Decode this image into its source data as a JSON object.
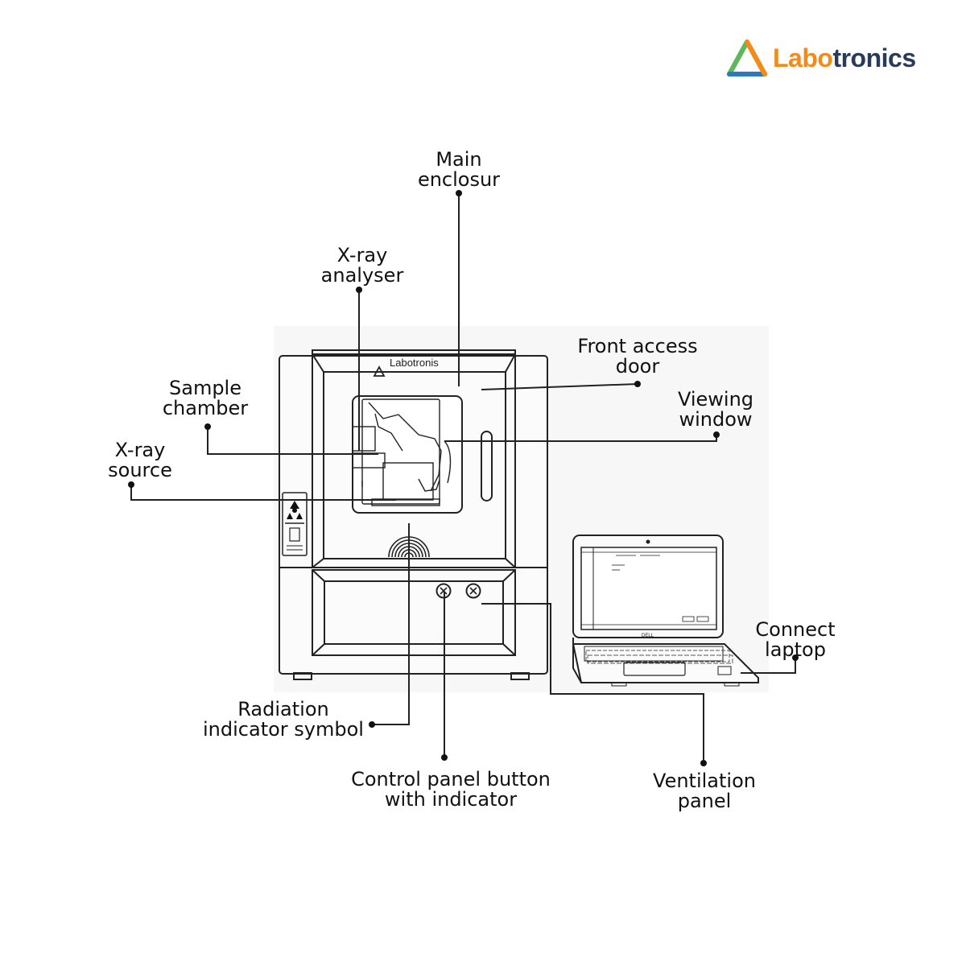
{
  "brand": {
    "logo_prefix": "Labo",
    "logo_suffix": "tronics",
    "device_badge": "Labotronis",
    "laptop_badge": "DELL",
    "colors": {
      "orange": "#f28a1c",
      "navy": "#2a3a5a",
      "green": "#5cb85c",
      "blue": "#2b78c5",
      "yellow": "#f7c21a"
    }
  },
  "labels": {
    "main_enclosure": "Main\nenclosur",
    "xray_analyser": "X-ray\nanalyser",
    "front_access_door": "Front access\ndoor",
    "sample_chamber": "Sample\nchamber",
    "viewing_window": "Viewing\nwindow",
    "xray_source": "X-ray\nsource",
    "connect_laptop": "Connect\nlaptop",
    "radiation_indicator": "Radiation\nindicator symbol",
    "control_panel": "Control panel button\nwith indicator",
    "ventilation_panel": "Ventilation\npanel"
  },
  "icons": [
    "radiation-icon",
    "warning-triangle-icon",
    "power-button-icon",
    "logo-triangle-icon"
  ]
}
